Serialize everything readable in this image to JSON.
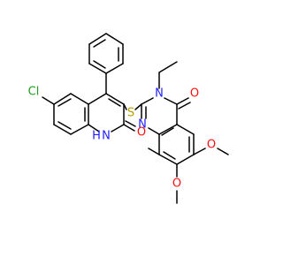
{
  "molecule": {
    "atoms": {
      "cl": {
        "label": "Cl",
        "color": "#1fa01f"
      },
      "nh": {
        "label": "N",
        "color": "#2020ff"
      },
      "h": {
        "label": "H",
        "color": "#2020ff"
      },
      "o_quinolinone": {
        "label": "O",
        "color": "#ff0d0d"
      },
      "s": {
        "label": "S",
        "color": "#b2a000"
      },
      "n3": {
        "label": "N",
        "color": "#2020ff"
      },
      "n1": {
        "label": "N",
        "color": "#2020ff"
      },
      "o_quinazolinone": {
        "label": "O",
        "color": "#ff0d0d"
      },
      "o_ome6": {
        "label": "O",
        "color": "#ff0d0d"
      },
      "o_ome7": {
        "label": "O",
        "color": "#ff0d0d"
      }
    }
  }
}
